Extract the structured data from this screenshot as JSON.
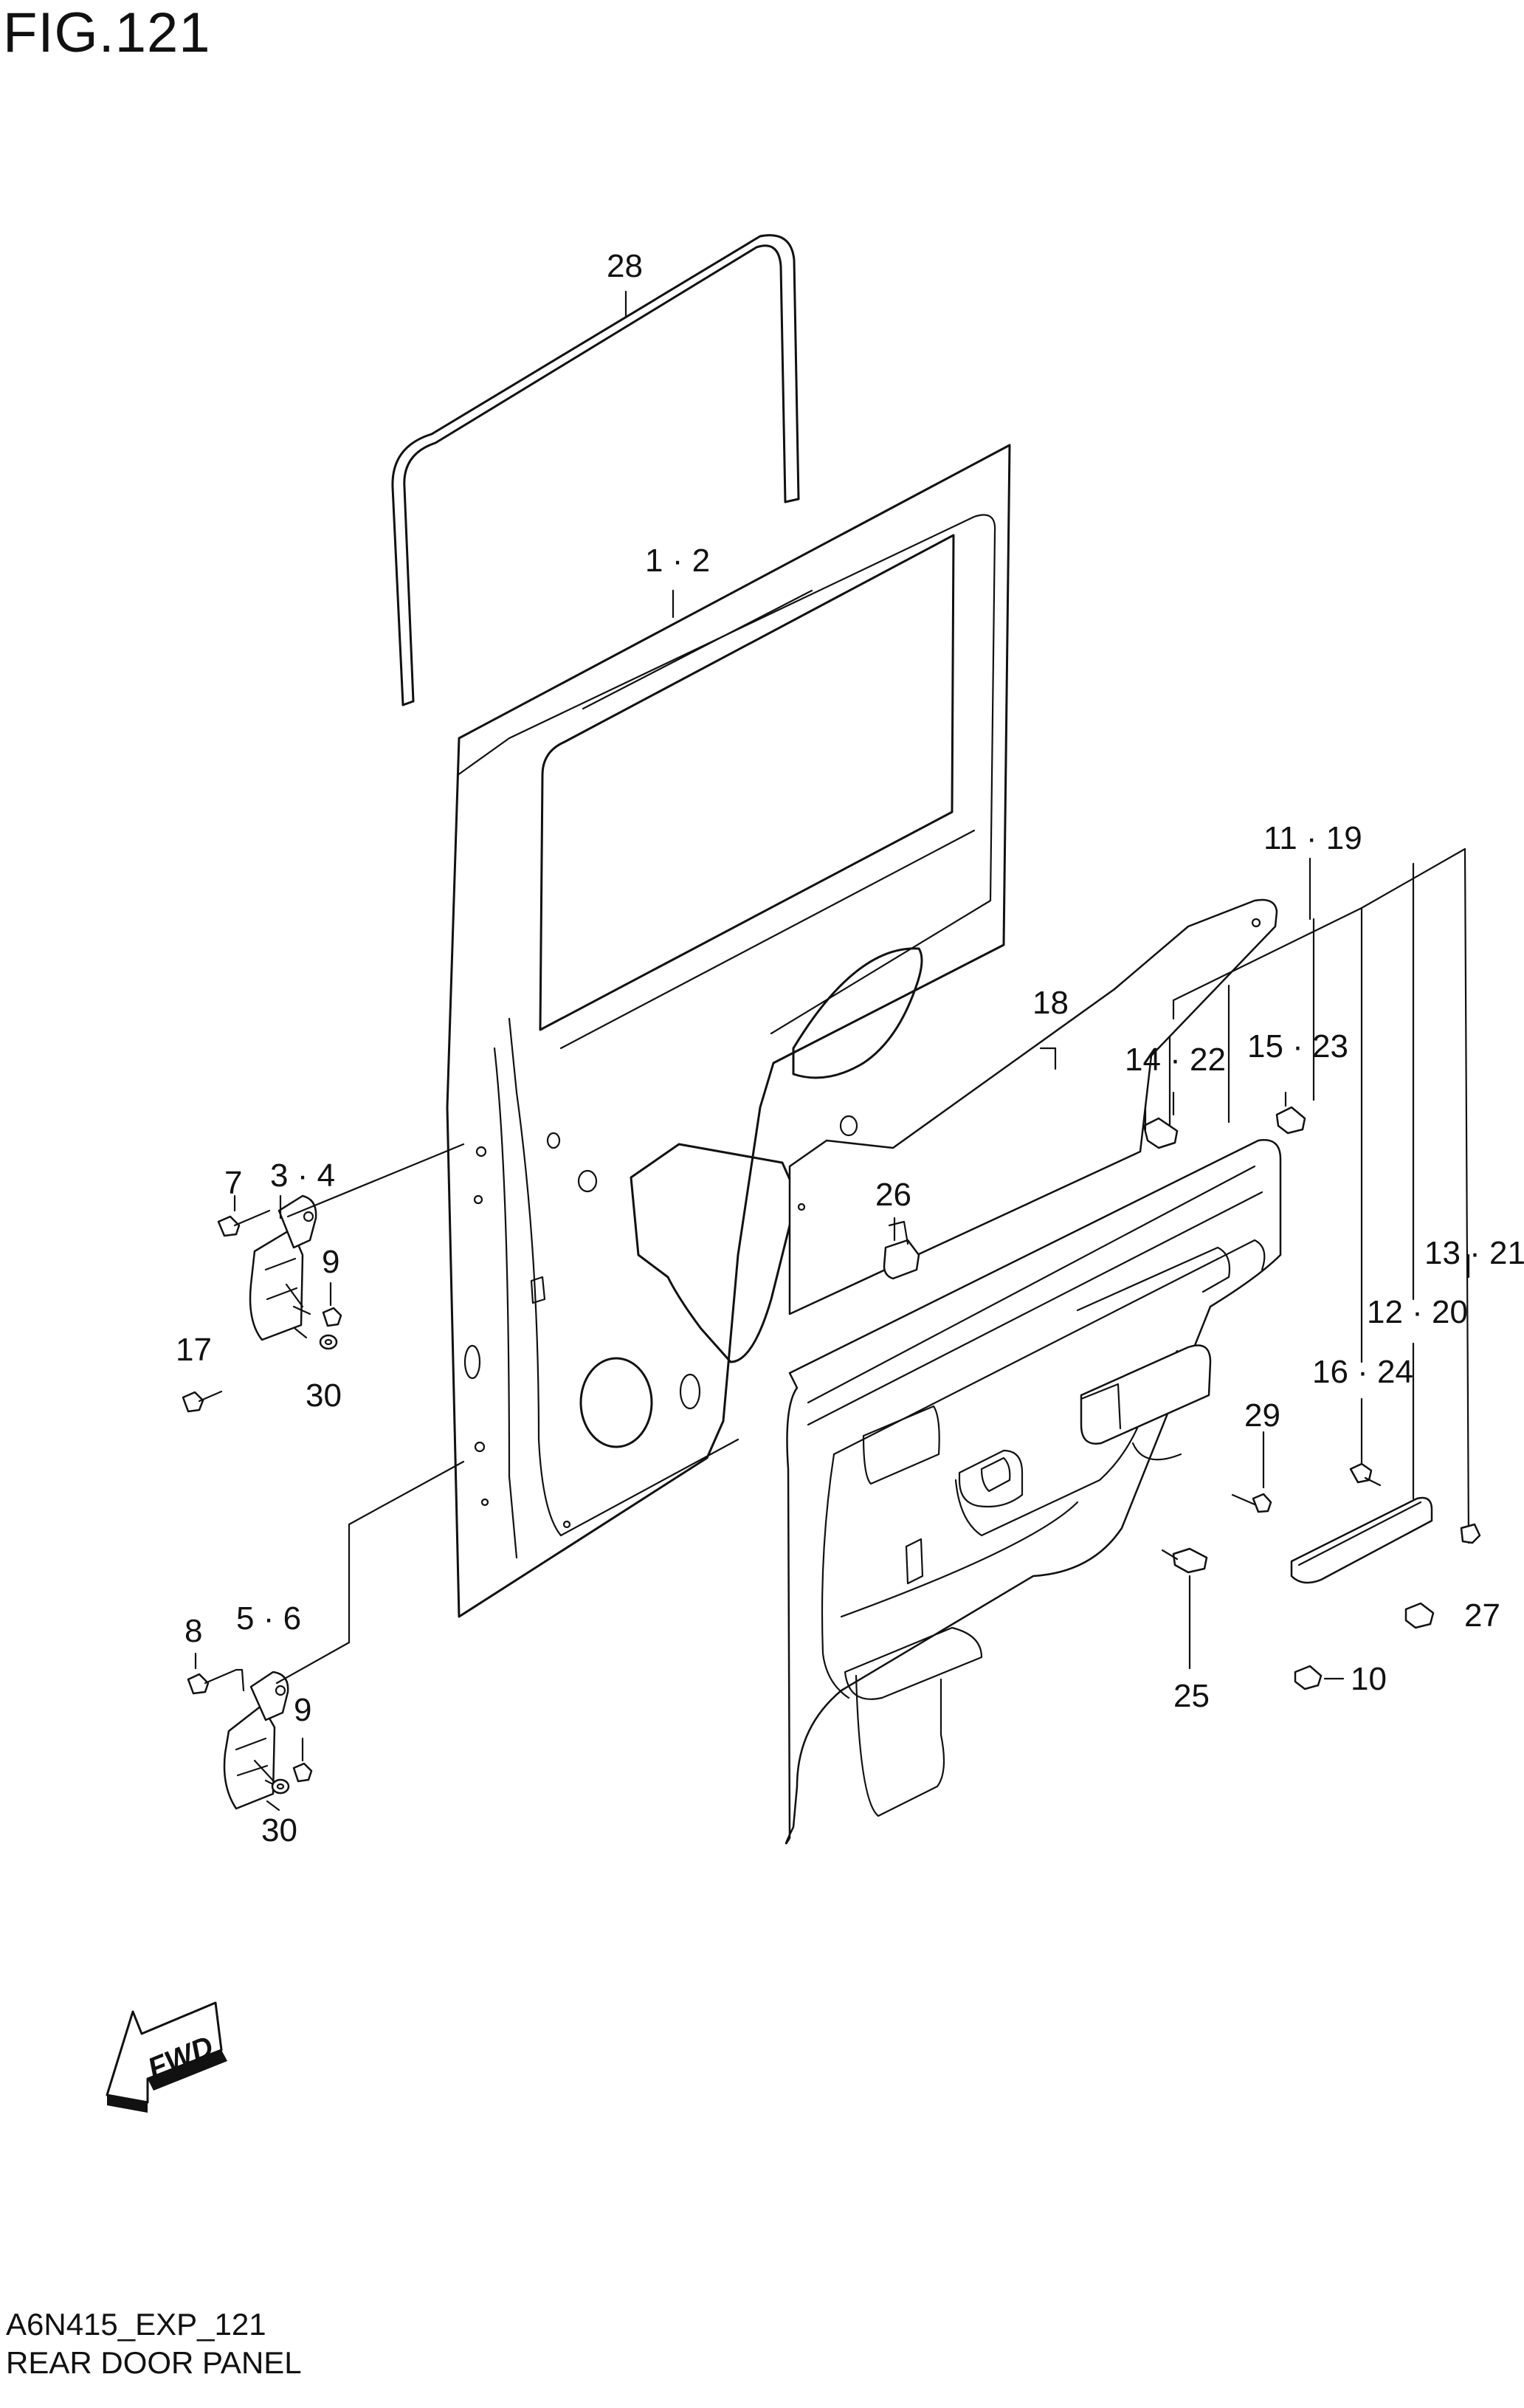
{
  "figure": {
    "title": "FIG.121",
    "code": "A6N415_EXP_121",
    "name": "REAR DOOR PANEL"
  },
  "callouts": {
    "c28": "28",
    "c1_2": "1 · 2",
    "c11_19": "11 · 19",
    "c18": "18",
    "c14_22": "14 · 22",
    "c15_23": "15 · 23",
    "c7": "7",
    "c3_4": "3 · 4",
    "c9a": "9",
    "c26": "26",
    "c13_21": "13 · 21",
    "c12_20": "12 · 20",
    "c17": "17",
    "c30a": "30",
    "c16_24": "16 · 24",
    "c29": "29",
    "c8": "8",
    "c5_6": "5 · 6",
    "c27": "27",
    "c9b": "9",
    "c25": "25",
    "c10": "10",
    "c30b": "30"
  },
  "direction_badge": "FWD"
}
